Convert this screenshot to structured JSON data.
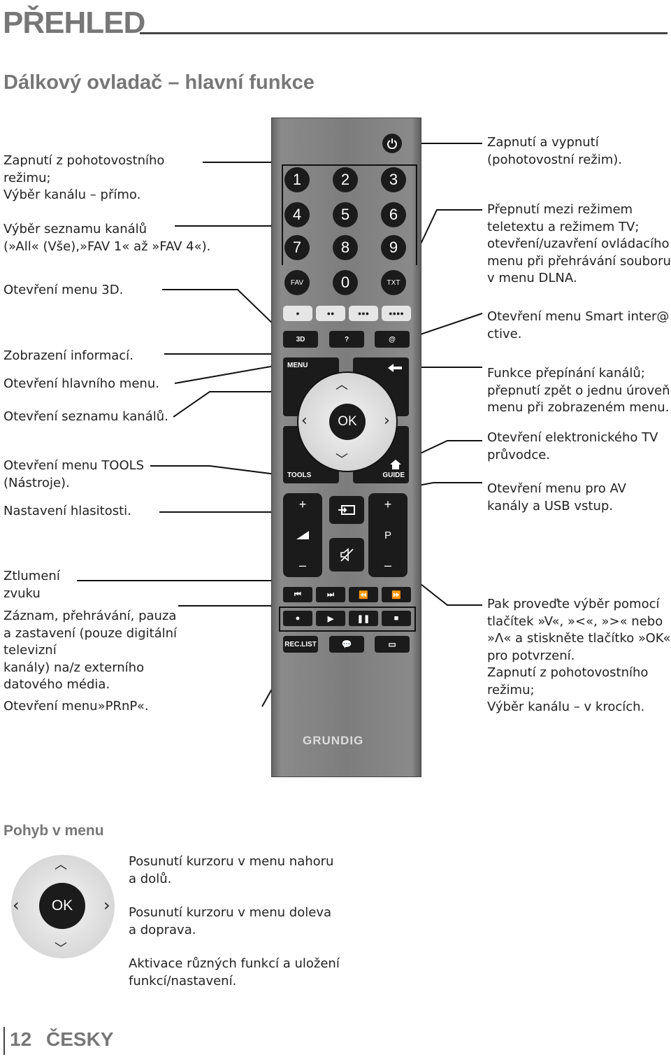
{
  "header": {
    "title": "PŘEHLED",
    "subtitle": "Dálkový ovladač – hlavní funkce"
  },
  "left_labels": [
    {
      "lines": [
        "Zapnutí z pohotovostního",
        "režimu;",
        "Výběr kanálu – přímo."
      ]
    },
    {
      "lines": [
        "Výběr seznamu kanálů",
        "(»All« (Vše),»FAV 1« až »FAV 4«)."
      ]
    },
    {
      "lines": [
        "Otevření menu 3D."
      ]
    },
    {
      "lines": [
        "Zobrazení informací."
      ]
    },
    {
      "lines": [
        "Otevření hlavního menu."
      ]
    },
    {
      "lines": [
        "Otevření seznamu kanálů."
      ]
    },
    {
      "lines": [
        "Otevření menu TOOLS",
        "(Nástroje)."
      ]
    },
    {
      "lines": [
        "Nastavení hlasitosti."
      ]
    },
    {
      "lines": [
        "Ztlumení",
        "zvuku"
      ]
    },
    {
      "lines": [
        "Záznam, přehrávání, pauza",
        "a zastavení (pouze digitální",
        "televizní",
        "kanály) na/z externího",
        "datového média."
      ]
    },
    {
      "lines": [
        "Otevření menu»PRnP«."
      ]
    }
  ],
  "right_labels": [
    {
      "lines": [
        "Zapnutí a vypnutí",
        "(pohotovostní režim)."
      ]
    },
    {
      "lines": [
        "Přepnutí mezi režimem",
        "teletextu a režimem TV;",
        "otevření/uzavření ovládacího",
        "menu při přehrávání souboru",
        "v menu DLNA."
      ]
    },
    {
      "lines": [
        "Otevření menu Smart inter@",
        "ctive."
      ]
    },
    {
      "lines": [
        "Funkce přepínání kanálů;",
        "přepnutí zpět o jednu úroveň",
        "menu při zobrazeném menu."
      ]
    },
    {
      "lines": [
        "Otevření elektronického TV",
        "průvodce."
      ]
    },
    {
      "lines": [
        "Otevření menu pro AV",
        "kanály a USB vstup."
      ]
    },
    {
      "lines": [
        "Pak proveďte výběr pomocí",
        "tlačítek »V«, »<«, »>« nebo",
        "»Λ« a stiskněte tlačítko »OK«",
        "pro potvrzení.",
        "Zapnutí z pohotovostního",
        "režimu;",
        "Výběr kanálu – v krocích."
      ]
    }
  ],
  "remote": {
    "digits": [
      "1",
      "2",
      "3",
      "4",
      "5",
      "6",
      "7",
      "8",
      "9",
      "0"
    ],
    "fav": "FAV",
    "txt": "TXT",
    "dots": [
      "●",
      "●●",
      "●●●",
      "●●●●"
    ],
    "row_3d": [
      "3D",
      "?",
      "@"
    ],
    "menu": "MENU",
    "ok": "OK",
    "tools": "TOOLS",
    "guide": "GUIDE",
    "plus": "+",
    "minus": "–",
    "p": "P",
    "reclist": "REC.LIST",
    "brand": "GRUNDIG"
  },
  "pohyb": {
    "title": "Pohyb v menu",
    "ok": "OK",
    "items": [
      {
        "lines": [
          "Posunutí kurzoru v menu nahoru",
          "a dolů."
        ]
      },
      {
        "lines": [
          "Posunutí kurzoru v menu doleva",
          "a doprava."
        ]
      },
      {
        "lines": [
          "Aktivace různých funkcí a uložení",
          "funkcí/nastavení."
        ]
      }
    ]
  },
  "footer": {
    "page": "12",
    "lang": "ČESKY"
  }
}
